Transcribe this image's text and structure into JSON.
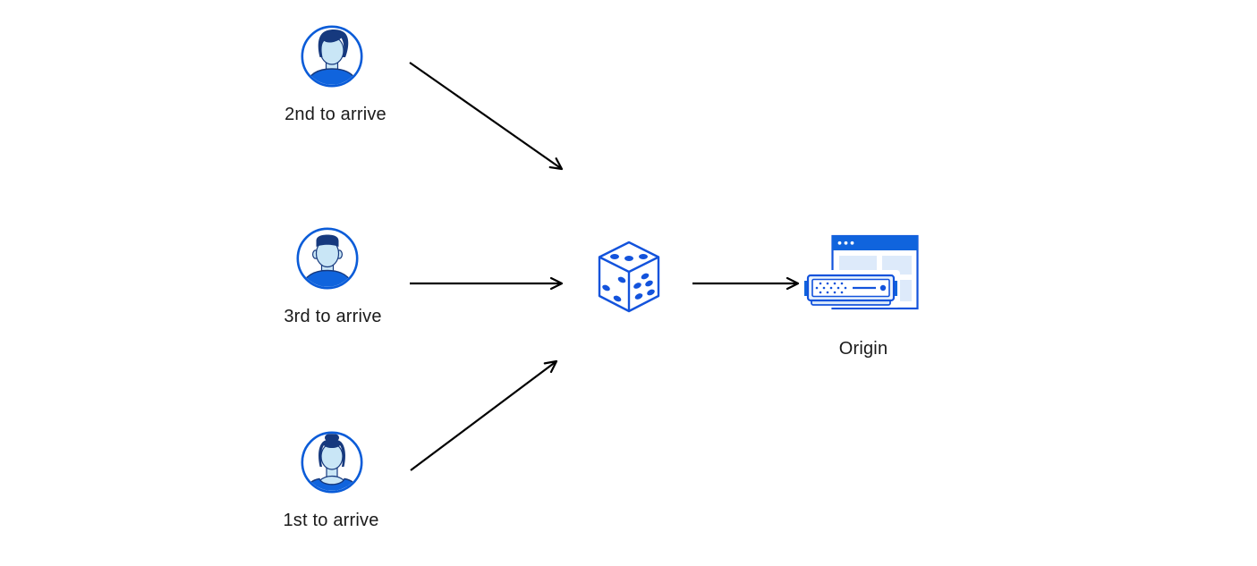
{
  "colors": {
    "arrow_black": "#000000",
    "outline_blue": "#1353dc",
    "fill_blue": "#1064dd",
    "dark_navy": "#16397e",
    "skin_light_blue": "#c9e6f6",
    "panel_light_blue": "#ddeafa",
    "server_fill": "#eaf3fc",
    "label_text": "#1a1a1a"
  },
  "users": [
    {
      "label": "2nd to arrive",
      "icon": "avatar-man-swept-hair-icon"
    },
    {
      "label": "3rd to arrive",
      "icon": "avatar-man-short-hair-icon"
    },
    {
      "label": "1st to arrive",
      "icon": "avatar-woman-bun-icon"
    }
  ],
  "dice": {
    "icon": "dice-icon"
  },
  "origin": {
    "label": "Origin",
    "icon": "origin-browser-server-icon"
  },
  "connections": [
    {
      "from": "2nd to arrive",
      "to": "dice"
    },
    {
      "from": "3rd to arrive",
      "to": "dice"
    },
    {
      "from": "1st to arrive",
      "to": "dice"
    },
    {
      "from": "dice",
      "to": "Origin"
    }
  ]
}
